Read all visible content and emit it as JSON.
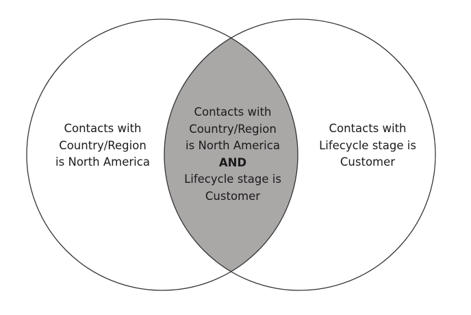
{
  "diagram": {
    "type": "venn",
    "colors": {
      "background": "#ffffff",
      "outline": "#333333",
      "intersection_fill": "#aaa7a7",
      "text": "#1a1a1a"
    },
    "left_set": {
      "lines": [
        "Contacts with",
        "Country/Region",
        "is North America"
      ]
    },
    "right_set": {
      "lines": [
        "Contacts with",
        "Lifecycle stage is",
        "Customer"
      ]
    },
    "intersection": {
      "lines_top": [
        "Contacts with",
        "Country/Region",
        "is North America"
      ],
      "operator": "AND",
      "lines_bottom": [
        "Lifecycle stage is",
        "Customer"
      ]
    }
  }
}
